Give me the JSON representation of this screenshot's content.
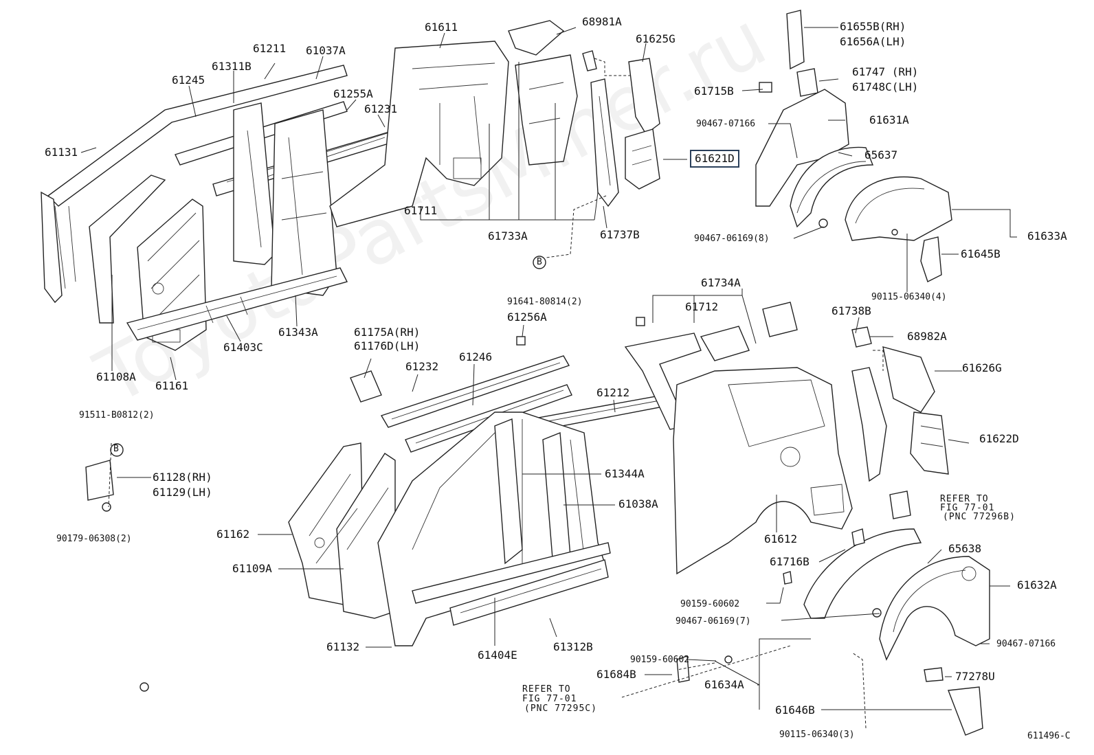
{
  "watermark": "ToyotaPartsMiner.ru",
  "diagram_id": "611496-C",
  "highlighted_part": "61621D",
  "labels": {
    "p61611": "61611",
    "p68981A": "68981A",
    "p61625G": "61625G",
    "p61655B": "61655B(RH)",
    "p61656A": "61656A(LH)",
    "p61211": "61211",
    "p61037A": "61037A",
    "p61311B": "61311B",
    "p61245": "61245",
    "p61255A": "61255A",
    "p61231": "61231",
    "p61131": "61131",
    "p61747": "61747 (RH)",
    "p61748C": "61748C(LH)",
    "p61715B": "61715B",
    "p90467_07166a": "90467-07166",
    "p61631A": "61631A",
    "p61621D": "61621D",
    "p65637": "65637",
    "p90467_06169_8": "90467-06169(8)",
    "p61633A": "61633A",
    "p61645B": "61645B",
    "p90115_06340_4": "90115-06340(4)",
    "p61711": "61711",
    "p61733A": "61733A",
    "p61737B": "61737B",
    "pB1": "B",
    "p91641": "91641-80814(2)",
    "p61734A": "61734A",
    "p61712": "61712",
    "p61738B": "61738B",
    "p68982A": "68982A",
    "p61626G": "61626G",
    "p61622D": "61622D",
    "p61108A": "61108A",
    "p61161": "61161",
    "p61403C": "61403C",
    "p61343A": "61343A",
    "p61175A": "61175A(RH)",
    "p61176D": "61176D(LH)",
    "p61256A": "61256A",
    "p61232": "61232",
    "p61246": "61246",
    "p61212": "61212",
    "p91511": "91511-B0812(2)",
    "pB2": "B",
    "p61128": "61128(RH)",
    "p61129": "61129(LH)",
    "p90179": "90179-06308(2)",
    "p61344A": "61344A",
    "p61038A": "61038A",
    "p61162": "61162",
    "p61109A": "61109A",
    "p61612": "61612",
    "refer1_l1": "REFER TO",
    "refer1_l2": "FIG 77-01",
    "refer1_l3": "(PNC 77296B)",
    "p61716B": "61716B",
    "p65638": "65638",
    "p61632A": "61632A",
    "p90159_60602a": "90159-60602",
    "p90467_06169_7": "90467-06169(7)",
    "p90467_07166b": "90467-07166",
    "p61132": "61132",
    "p61404E": "61404E",
    "p61312B": "61312B",
    "p90159_60602b": "90159-60602",
    "p61684B": "61684B",
    "p61634A": "61634A",
    "p77278U": "77278U",
    "refer2_l1": "REFER TO",
    "refer2_l2": "FIG 77-01",
    "refer2_l3": "(PNC 77295C)",
    "p61646B": "61646B",
    "p90115_06340_3": "90115-06340(3)"
  }
}
